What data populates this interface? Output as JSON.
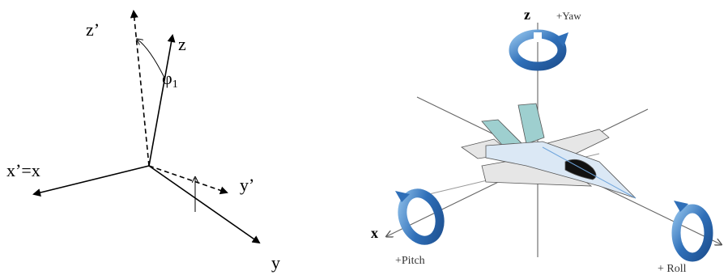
{
  "left_diagram": {
    "labels": {
      "z_prime": "z’",
      "z": "z",
      "phi": "φ",
      "phi_sub": "1",
      "x_prime_eq_x": "x’=x",
      "y_prime": "y’",
      "y": "y"
    }
  },
  "right_diagram": {
    "labels": {
      "z": "z",
      "yaw": "+Yaw",
      "x": "x",
      "pitch": "+Pitch",
      "roll": "+ Roll"
    },
    "colors": {
      "rotation_arrow": "#2f6fb8",
      "rotation_arrow_light": "#6fa5dc",
      "fuselage": "#dbe8f5",
      "wing": "#e6e6e6",
      "tail": "#9ecfcf",
      "canopy": "#111111"
    }
  }
}
